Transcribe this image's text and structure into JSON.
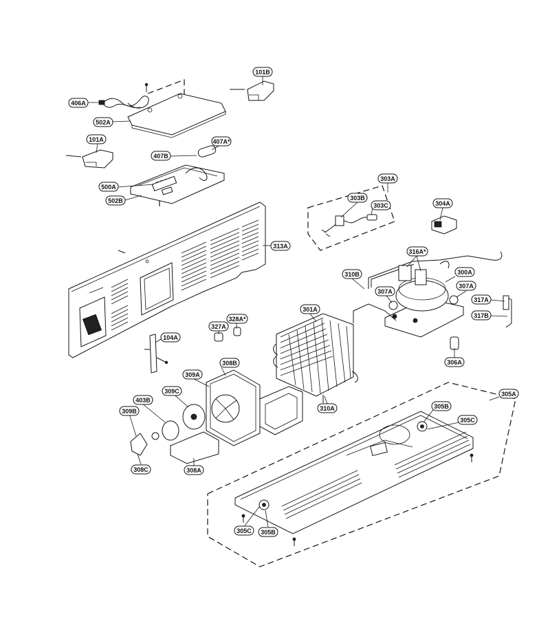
{
  "diagram": {
    "labels": [
      {
        "key": "406A",
        "text": "406A"
      },
      {
        "key": "101B",
        "text": "101B"
      },
      {
        "key": "502A",
        "text": "502A"
      },
      {
        "key": "407A",
        "text": "407A*"
      },
      {
        "key": "101A",
        "text": "101A"
      },
      {
        "key": "407B",
        "text": "407B"
      },
      {
        "key": "500A",
        "text": "500A"
      },
      {
        "key": "502B",
        "text": "502B"
      },
      {
        "key": "303A",
        "text": "303A"
      },
      {
        "key": "303B",
        "text": "303B"
      },
      {
        "key": "303C",
        "text": "303C"
      },
      {
        "key": "304A",
        "text": "304A"
      },
      {
        "key": "313A",
        "text": "313A"
      },
      {
        "key": "316A",
        "text": "316A*"
      },
      {
        "key": "310B",
        "text": "310B"
      },
      {
        "key": "300A",
        "text": "300A"
      },
      {
        "key": "307A_1",
        "text": "307A"
      },
      {
        "key": "307A_2",
        "text": "307A"
      },
      {
        "key": "317A",
        "text": "317A"
      },
      {
        "key": "317B",
        "text": "317B"
      },
      {
        "key": "301A",
        "text": "301A"
      },
      {
        "key": "327A",
        "text": "327A"
      },
      {
        "key": "328A",
        "text": "328A*"
      },
      {
        "key": "104A",
        "text": "104A"
      },
      {
        "key": "306A",
        "text": "306A"
      },
      {
        "key": "308B",
        "text": "308B"
      },
      {
        "key": "309A",
        "text": "309A"
      },
      {
        "key": "309C",
        "text": "309C"
      },
      {
        "key": "403B",
        "text": "403B"
      },
      {
        "key": "309B",
        "text": "309B"
      },
      {
        "key": "310A",
        "text": "310A"
      },
      {
        "key": "305A",
        "text": "305A"
      },
      {
        "key": "305B_1",
        "text": "305B"
      },
      {
        "key": "305C_1",
        "text": "305C"
      },
      {
        "key": "308C",
        "text": "308C"
      },
      {
        "key": "308A",
        "text": "308A"
      },
      {
        "key": "305C_2",
        "text": "305C"
      },
      {
        "key": "305B_2",
        "text": "305B"
      }
    ]
  }
}
